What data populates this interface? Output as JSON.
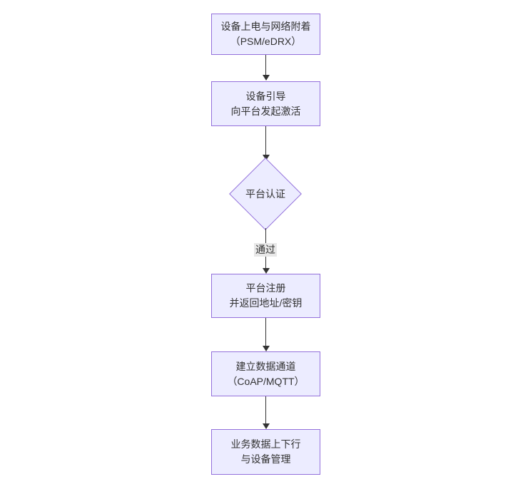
{
  "diagram": {
    "type": "flowchart",
    "direction": "top-down",
    "nodes": [
      {
        "id": "A",
        "shape": "rect",
        "line1": "设备上电与网络附着",
        "line2": "（PSM/eDRX）"
      },
      {
        "id": "B",
        "shape": "rect",
        "line1": "设备引导",
        "line2": "向平台发起激活"
      },
      {
        "id": "C",
        "shape": "diamond",
        "line1": "平台认证",
        "line2": ""
      },
      {
        "id": "D",
        "shape": "rect",
        "line1": "平台注册",
        "line2": "并返回地址/密钥"
      },
      {
        "id": "E",
        "shape": "rect",
        "line1": "建立数据通道",
        "line2": "（CoAP/MQTT）"
      },
      {
        "id": "F",
        "shape": "rect",
        "line1": "业务数据上下行",
        "line2": "与设备管理"
      }
    ],
    "edges": [
      {
        "from": "A",
        "to": "B",
        "label": ""
      },
      {
        "from": "B",
        "to": "C",
        "label": ""
      },
      {
        "from": "C",
        "to": "D",
        "label": "通过"
      },
      {
        "from": "D",
        "to": "E",
        "label": ""
      },
      {
        "from": "E",
        "to": "F",
        "label": ""
      }
    ],
    "colors": {
      "node_fill": "#ECECFF",
      "node_border": "#9370DB",
      "edge_line": "#333333",
      "edge_label_bg": "#e8e8e8",
      "text": "#333333",
      "background": "#ffffff"
    }
  }
}
